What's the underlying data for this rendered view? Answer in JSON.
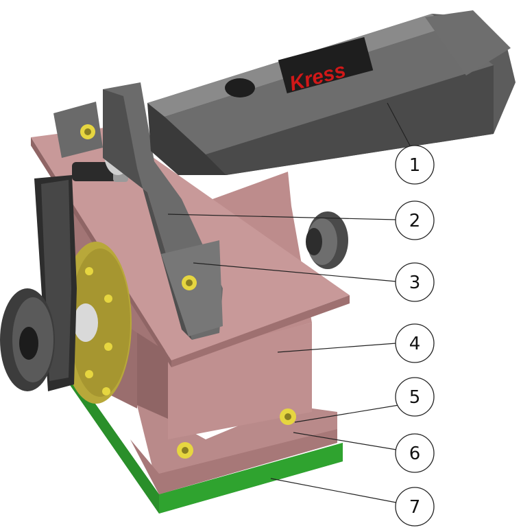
{
  "figure": {
    "brand_logo_text": "Kress"
  },
  "callouts": [
    {
      "number": "1"
    },
    {
      "number": "2"
    },
    {
      "number": "3"
    },
    {
      "number": "4"
    },
    {
      "number": "5"
    },
    {
      "number": "6"
    },
    {
      "number": "7"
    }
  ],
  "colors": {
    "housing": "#bd8c8c",
    "housing_shadow": "#8f6565",
    "housing_light": "#d6a9a9",
    "base_plate": "#2fa32f",
    "base_plate_dark": "#1f7a1f",
    "motor_gray": "#5c5c5c",
    "motor_dark": "#3a3a3a",
    "motor_light": "#8a8a8a",
    "bracket_gray": "#6b6b6b",
    "bolt_yellow": "#e6d640",
    "flange_yellow": "#b8a83a",
    "brand_red": "#d01818"
  }
}
